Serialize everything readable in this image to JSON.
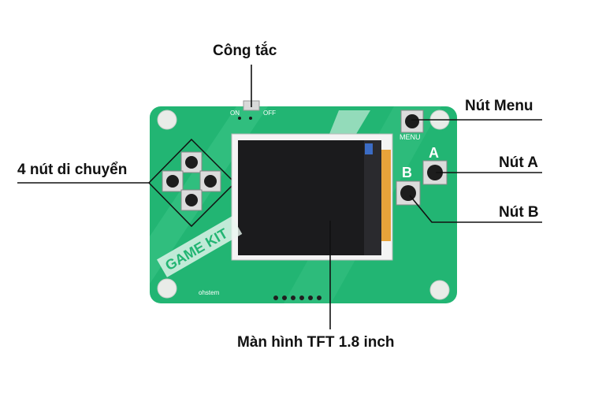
{
  "labels": {
    "switch": "Công tắc",
    "menu_button": "Nút Menu",
    "a_button": "Nút A",
    "b_button": "Nút B",
    "dpad": "4 nút di chuyển",
    "screen": "Màn hình TFT 1.8 inch"
  },
  "board": {
    "switch_on": "ON",
    "switch_off": "OFF",
    "menu_silk": "MENU",
    "a_silk": "A",
    "b_silk": "B",
    "brand_text": "GAME KIT",
    "logo_text": "ohstem"
  },
  "colors": {
    "board_green": "#22b573",
    "board_light": "#43c98a",
    "screen_black": "#1b1b1d",
    "flex_orange": "#e8a33a",
    "leader_line": "#111111"
  }
}
